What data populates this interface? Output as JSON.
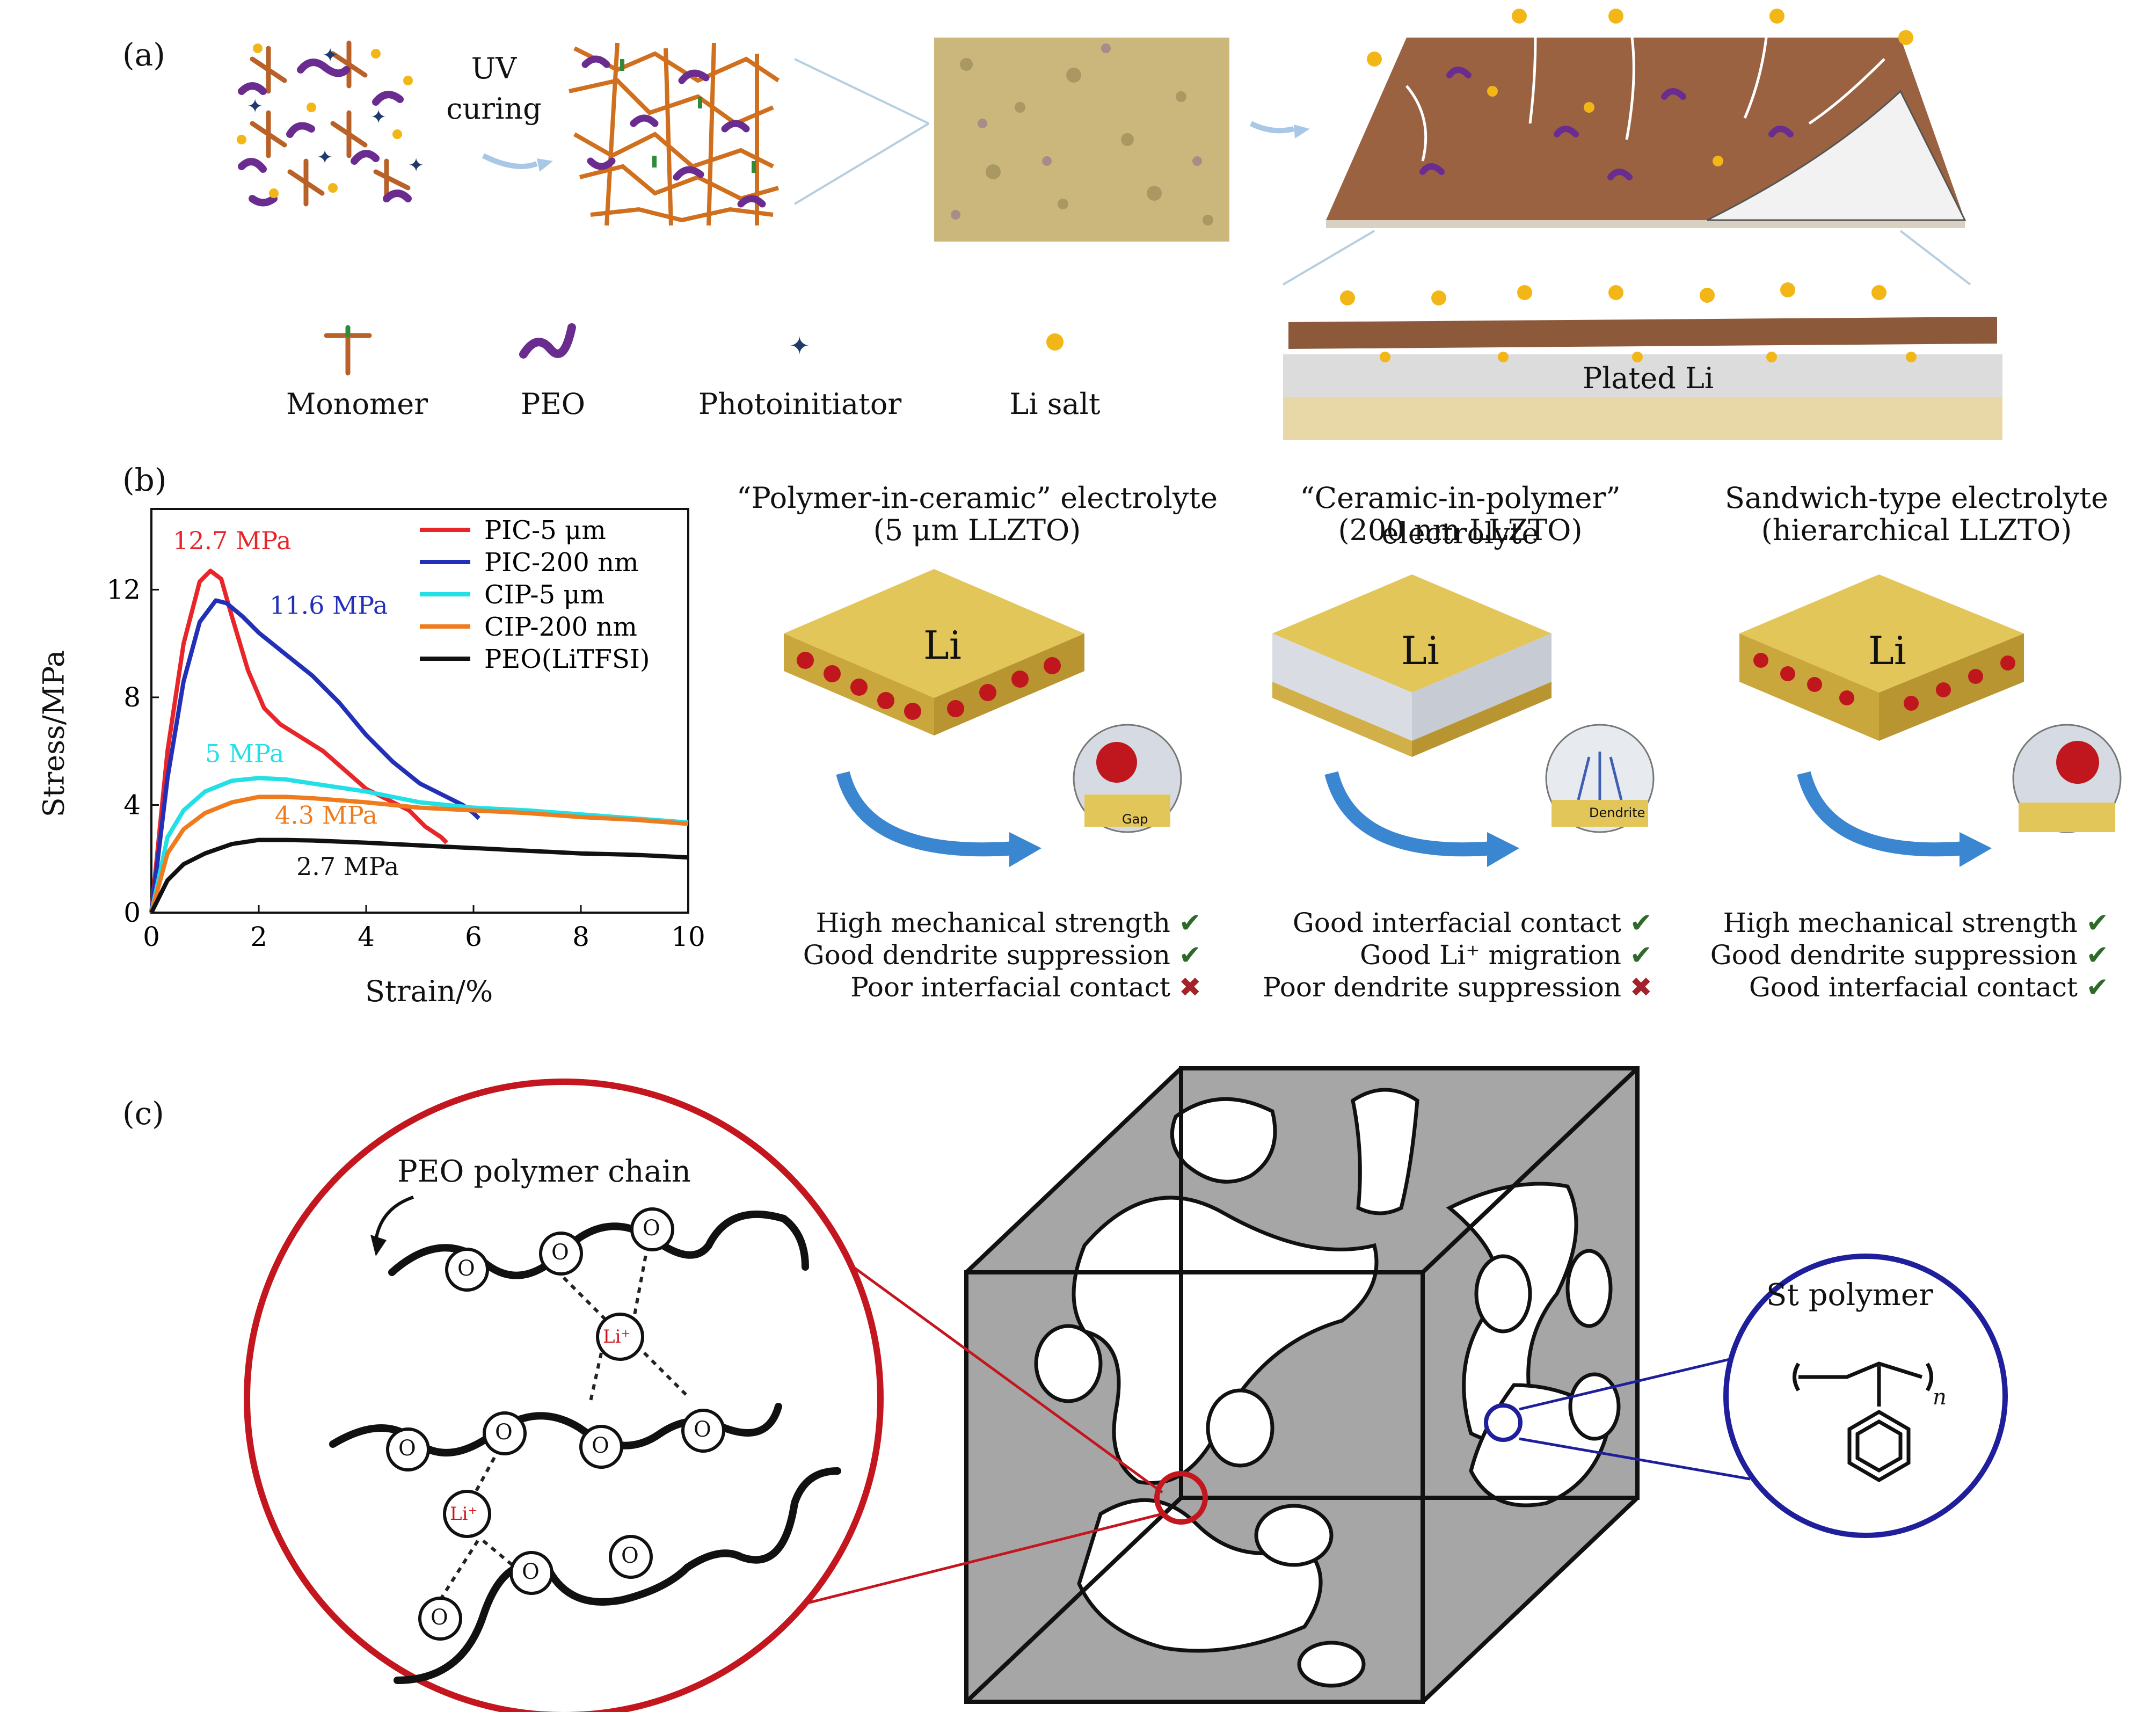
{
  "panel_labels": {
    "a": "(a)",
    "b": "(b)",
    "c": "(c)"
  },
  "panel_a": {
    "uv_line1": "UV",
    "uv_line2": "curing",
    "legend": [
      "Monomer",
      "PEO",
      "Photoinitiator",
      "Li salt"
    ],
    "plated_label": "Plated Li",
    "colors": {
      "monomer": "#b8622a",
      "peo": "#6a2d8f",
      "photoinitiator": "#1f3b6b",
      "li_salt": "#f2b616",
      "film": "#9a6240"
    }
  },
  "chart_data": {
    "type": "line",
    "xlabel": "Strain/%",
    "ylabel": "Stress/MPa",
    "xlim": [
      0,
      10
    ],
    "ylim": [
      0,
      15
    ],
    "xticks": [
      0,
      2,
      4,
      6,
      8,
      10
    ],
    "yticks": [
      0,
      4,
      8,
      12
    ],
    "legend_position": "top-right",
    "series": [
      {
        "name": "PIC-5 μm",
        "color": "#e8262a",
        "x": [
          0,
          0.3,
          0.6,
          0.9,
          1.1,
          1.3,
          1.5,
          1.8,
          2.1,
          2.4,
          2.8,
          3.2,
          3.6,
          4.0,
          4.4,
          4.8,
          5.1,
          5.4,
          5.5
        ],
        "y": [
          0,
          6.0,
          10.0,
          12.3,
          12.7,
          12.4,
          11.0,
          9.0,
          7.6,
          7.0,
          6.5,
          6.0,
          5.3,
          4.6,
          4.2,
          3.8,
          3.2,
          2.8,
          2.6
        ]
      },
      {
        "name": "PIC-200 nm",
        "color": "#2230b8",
        "x": [
          0,
          0.3,
          0.6,
          0.9,
          1.2,
          1.4,
          1.7,
          2.0,
          2.5,
          3.0,
          3.5,
          4.0,
          4.5,
          5.0,
          5.5,
          5.8,
          6.0,
          6.1
        ],
        "y": [
          0,
          5.0,
          8.6,
          10.8,
          11.6,
          11.5,
          11.0,
          10.4,
          9.6,
          8.8,
          7.8,
          6.6,
          5.6,
          4.8,
          4.3,
          4.0,
          3.7,
          3.5
        ]
      },
      {
        "name": "CIP-5 μm",
        "color": "#22e0e6",
        "x": [
          0,
          0.3,
          0.6,
          1.0,
          1.5,
          2.0,
          2.5,
          3.0,
          4.0,
          5.0,
          6.0,
          7.0,
          8.0,
          9.0,
          10.0
        ],
        "y": [
          0,
          2.8,
          3.8,
          4.5,
          4.9,
          5.0,
          4.95,
          4.8,
          4.5,
          4.1,
          3.9,
          3.8,
          3.65,
          3.5,
          3.35
        ]
      },
      {
        "name": "CIP-200 nm",
        "color": "#ee7c1e",
        "x": [
          0,
          0.3,
          0.6,
          1.0,
          1.5,
          2.0,
          2.5,
          3.0,
          4.0,
          5.0,
          6.0,
          7.0,
          8.0,
          9.0,
          10.0
        ],
        "y": [
          0,
          2.2,
          3.1,
          3.7,
          4.1,
          4.3,
          4.3,
          4.25,
          4.1,
          3.9,
          3.8,
          3.7,
          3.55,
          3.45,
          3.3
        ]
      },
      {
        "name": "PEO(LiTFSI)",
        "color": "#111111",
        "x": [
          0,
          0.3,
          0.6,
          1.0,
          1.5,
          2.0,
          2.5,
          3.0,
          4.0,
          5.0,
          6.0,
          7.0,
          8.0,
          9.0,
          10.0
        ],
        "y": [
          0,
          1.2,
          1.8,
          2.2,
          2.55,
          2.7,
          2.7,
          2.68,
          2.6,
          2.5,
          2.4,
          2.3,
          2.2,
          2.15,
          2.05
        ]
      }
    ],
    "annotations": [
      {
        "text": "12.7 MPa",
        "x": 0.4,
        "y": 13.5,
        "color": "#e8262a"
      },
      {
        "text": "11.6 MPa",
        "x": 2.2,
        "y": 11.1,
        "color": "#2230b8"
      },
      {
        "text": "5 MPa",
        "x": 1.0,
        "y": 5.6,
        "color": "#22e0e6"
      },
      {
        "text": "4.3 MPa",
        "x": 2.3,
        "y": 3.3,
        "color": "#ee7c1e"
      },
      {
        "text": "2.7 MPa",
        "x": 2.7,
        "y": 1.4,
        "color": "#111111"
      }
    ]
  },
  "panel_b_schematics": {
    "columns": [
      {
        "title_line1": "“Polymer-in-ceramic” electrolyte",
        "title_line2": "(5 μm LLZTO)",
        "layer_label": "Li",
        "inset_label": "Gap",
        "features": [
          {
            "text": "High mechanical strength",
            "mark": "✔",
            "good": true
          },
          {
            "text": "Good dendrite suppression",
            "mark": "✔",
            "good": true
          },
          {
            "text": "Poor interfacial contact",
            "mark": "✖",
            "good": false
          }
        ]
      },
      {
        "title_line1": "“Ceramic-in-polymer” electrolyte",
        "title_line2": "(200 nm LLZTO)",
        "layer_label": "Li",
        "inset_label": "Dendrite",
        "features": [
          {
            "text": "Good interfacial contact",
            "mark": "✔",
            "good": true
          },
          {
            "text": "Good Li⁺ migration",
            "mark": "✔",
            "good": true
          },
          {
            "text": "Poor dendrite suppression",
            "mark": "✖",
            "good": false
          }
        ]
      },
      {
        "title_line1": "Sandwich-type electrolyte",
        "title_line2": "(hierarchical LLZTO)",
        "layer_label": "Li",
        "inset_label": "",
        "features": [
          {
            "text": "High mechanical strength",
            "mark": "✔",
            "good": true
          },
          {
            "text": "Good dendrite suppression",
            "mark": "✔",
            "good": true
          },
          {
            "text": "Good interfacial contact",
            "mark": "✔",
            "good": true
          }
        ]
      }
    ],
    "colors": {
      "check": "#2e6b2a",
      "cross": "#a3232a",
      "li_layer": "#e3c65a",
      "ceramic": "#c0161e",
      "arrow": "#3a86d1"
    }
  },
  "panel_c": {
    "peo_label": "PEO polymer chain",
    "oxygen": "O",
    "li_ion": "Li⁺",
    "st_label": "St polymer",
    "subscript_n": "n",
    "colors": {
      "left_circle": "#c4161e",
      "right_circle": "#1f1f9c",
      "matrix": "#a6a6a6"
    }
  }
}
